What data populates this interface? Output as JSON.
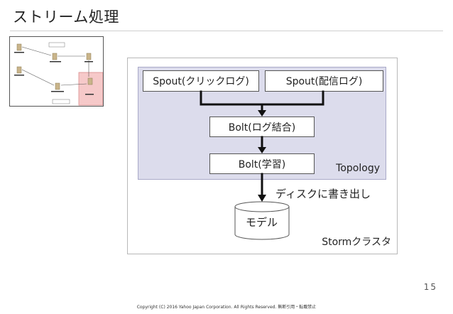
{
  "slide": {
    "title": "ストリーム処理",
    "page_number": "15",
    "copyright": "Copyright (C) 2016 Yahoo Japan Corporation. All Rights Reserved. 無断引用・転載禁止"
  },
  "diagram": {
    "cluster_label": "Stormクラスタ",
    "topology_label": "Topology",
    "nodes": {
      "spout_click": "Spout(クリックログ)",
      "spout_deliver": "Spout(配信ログ)",
      "bolt_join": "Bolt(ログ結合)",
      "bolt_learn": "Bolt(学習)"
    },
    "edge_label": "ディスクに書き出し",
    "database_label": "モデル"
  },
  "colors": {
    "topology_fill": "#dcdcec",
    "storm_highlight": "#f6c9c9",
    "connector": "#111111"
  }
}
